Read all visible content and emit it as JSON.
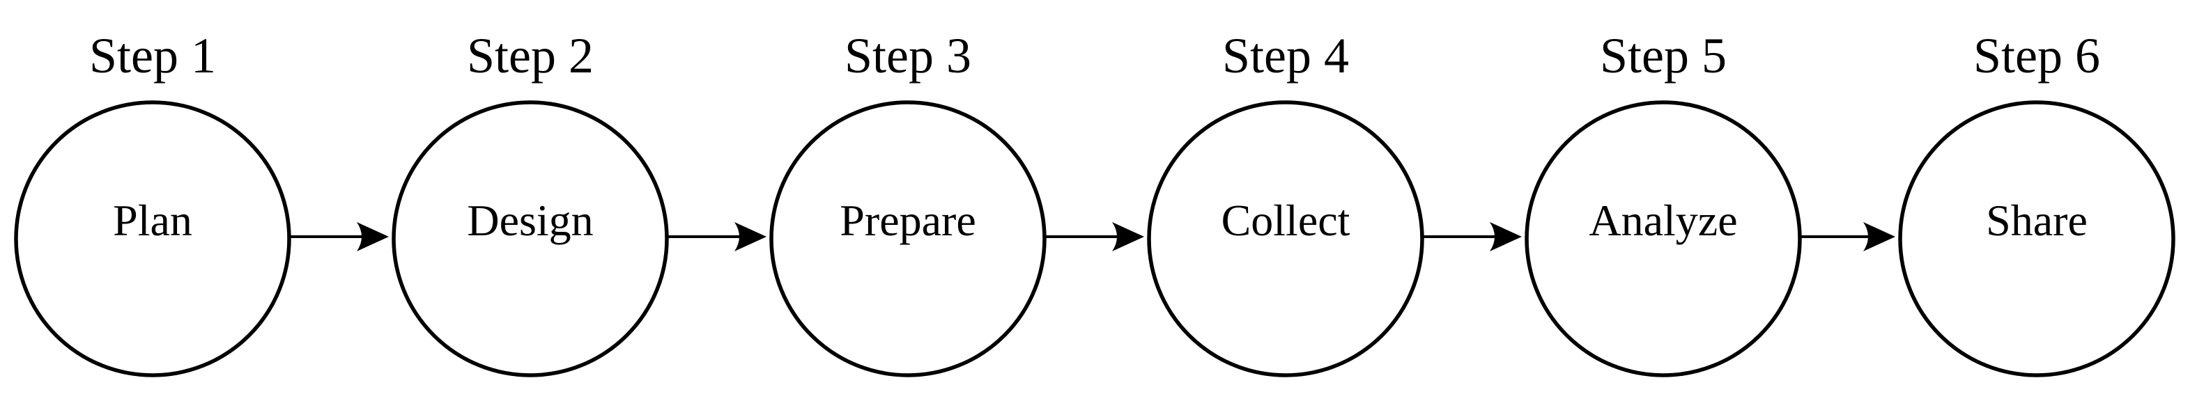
{
  "diagram": {
    "type": "flowchart",
    "direction": "left-to-right",
    "background_color": "#ffffff",
    "stroke_color": "#000000",
    "node_shape": "circle",
    "connector_style": "arrow-right",
    "steps": [
      {
        "step_label": "Step 1",
        "node_label": "Plan"
      },
      {
        "step_label": "Step 2",
        "node_label": "Design"
      },
      {
        "step_label": "Step 3",
        "node_label": "Prepare"
      },
      {
        "step_label": "Step 4",
        "node_label": "Collect"
      },
      {
        "step_label": "Step 5",
        "node_label": "Analyze"
      },
      {
        "step_label": "Step 6",
        "node_label": "Share"
      }
    ]
  }
}
